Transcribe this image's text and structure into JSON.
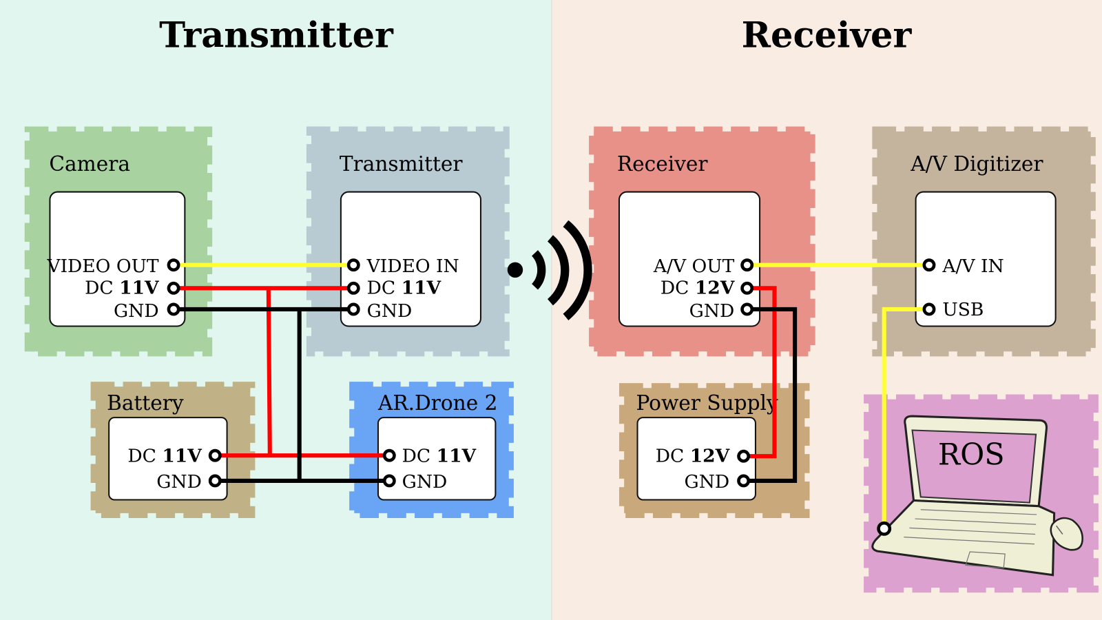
{
  "sections": {
    "left": {
      "title": "Transmitter",
      "bg": "#e0f6ef"
    },
    "right": {
      "title": "Receiver",
      "bg": "#f9ece2"
    }
  },
  "modules": {
    "camera": {
      "label": "Camera",
      "color": "#a8d3a0",
      "ports": [
        {
          "text": "VIDEO OUT"
        },
        {
          "pre": "DC ",
          "bold": "11V"
        },
        {
          "text": "GND"
        }
      ]
    },
    "transmitter": {
      "label": "Transmitter",
      "color": "#b8cbd3",
      "ports": [
        {
          "text": "VIDEO IN"
        },
        {
          "pre": "DC ",
          "bold": "11V"
        },
        {
          "text": "GND"
        }
      ]
    },
    "battery": {
      "label": "Battery",
      "color": "#c0b187",
      "ports": [
        {
          "pre": "DC ",
          "bold": "11V"
        },
        {
          "text": "GND"
        }
      ]
    },
    "ardrone": {
      "label": "AR.Drone 2",
      "color": "#6aa5f5",
      "ports": [
        {
          "pre": "DC ",
          "bold": "11V"
        },
        {
          "text": "GND"
        }
      ]
    },
    "receiver": {
      "label": "Receiver",
      "color": "#e79188",
      "ports": [
        {
          "text": "A/V OUT"
        },
        {
          "pre": "DC ",
          "bold": "12V"
        },
        {
          "text": "GND"
        }
      ]
    },
    "digitizer": {
      "label": "A/V Digitizer",
      "color": "#c4b49d",
      "ports": [
        {
          "text": "A/V IN"
        },
        {
          "text": "USB"
        }
      ]
    },
    "power": {
      "label": "Power Supply",
      "color": "#c9a97b",
      "ports": [
        {
          "pre": "DC ",
          "bold": "12V"
        },
        {
          "text": "GND"
        }
      ]
    },
    "laptop": {
      "screen_text": "ROS",
      "color": "#dca1cf"
    }
  },
  "wire_colors": {
    "video": "#ffff33",
    "power": "#ff0000",
    "ground": "#000000"
  },
  "icons": {
    "wireless": "wireless-signal-icon",
    "laptop": "laptop-icon",
    "mouse": "mouse-icon"
  }
}
